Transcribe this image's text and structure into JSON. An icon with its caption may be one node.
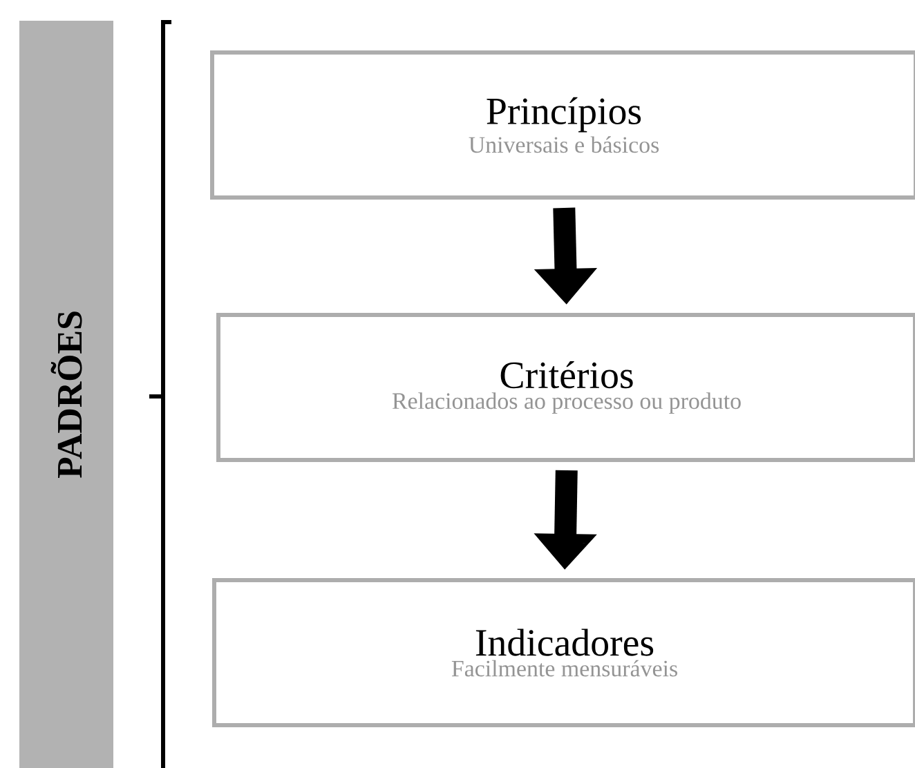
{
  "diagram": {
    "nodes": [
      {
        "text": [
          "PADRÕES"
        ]
      },
      {
        "text": [
          "Princípios",
          "Universais e básicos"
        ]
      },
      {
        "text": [
          "Critérios",
          "Relacionados ao processo ou produto"
        ]
      },
      {
        "text": [
          "Indicadores",
          "Facilmente mensuráveis"
        ]
      }
    ],
    "edges": [
      {
        "from": 1,
        "to": 2,
        "arrow": "to"
      },
      {
        "from": 2,
        "to": 3,
        "arrow": "to"
      }
    ]
  }
}
